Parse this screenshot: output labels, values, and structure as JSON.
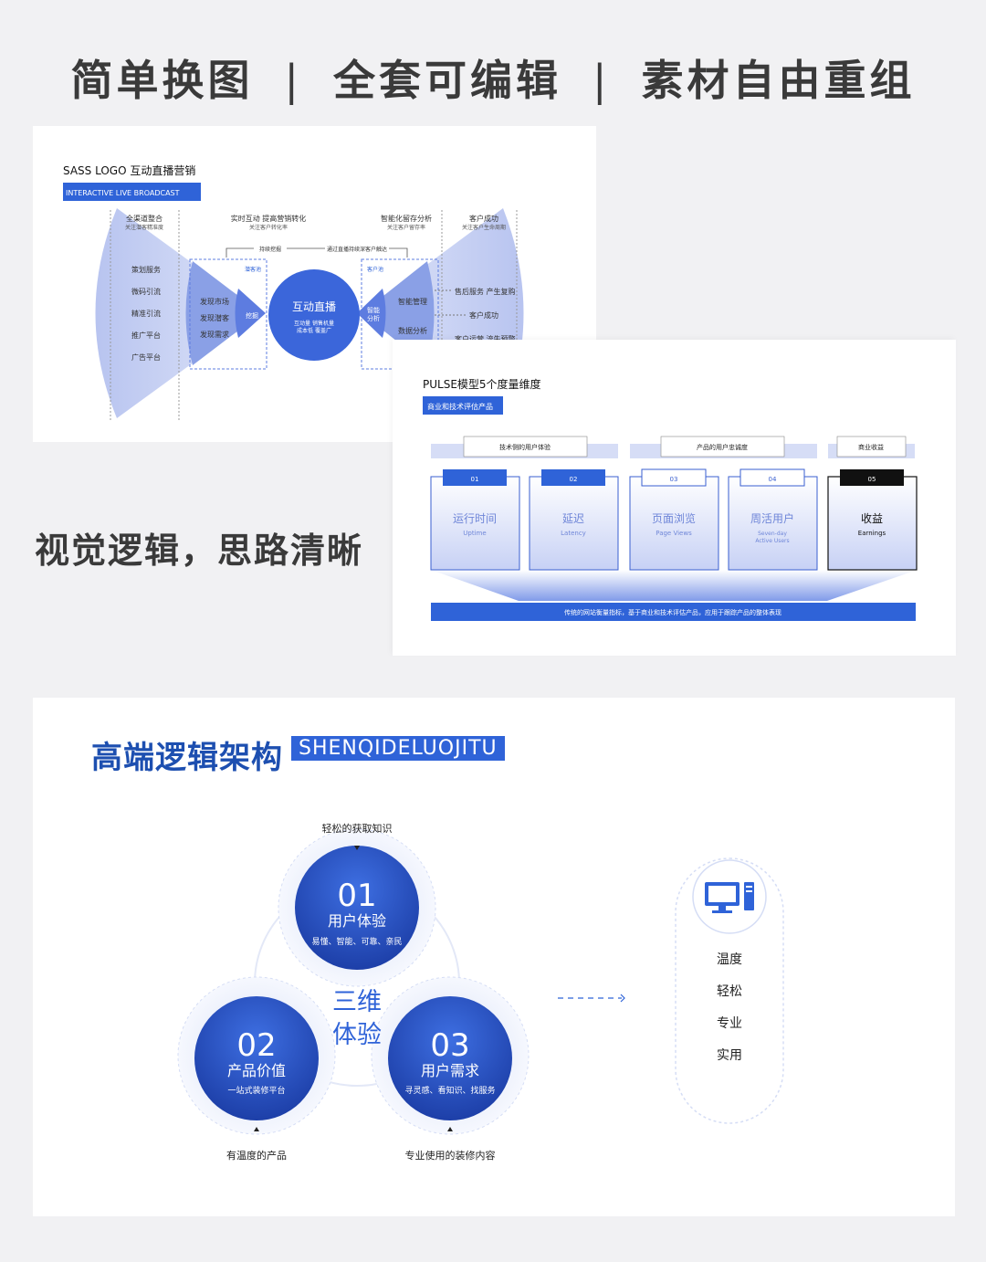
{
  "header": {
    "segments": [
      "简单换图",
      "全套可编辑",
      "素材自由重组"
    ],
    "separator": "|"
  },
  "side_title": "视觉逻辑，思路清晰",
  "card1": {
    "title": "SASS LOGO  互动直播营销",
    "tag": "INTERACTIVE LIVE BROADCAST",
    "top_labels": [
      {
        "main": "全渠道整合",
        "sub": "关注潜客精准度"
      },
      {
        "main": "实时互动 提高营销转化",
        "sub": "关注客户转化率"
      },
      {
        "main": "智能化留存分析",
        "sub": "关注客户留存率"
      },
      {
        "main": "客户成功",
        "sub": "关注客户生命周期"
      }
    ],
    "flow_left": "持续挖掘",
    "flow_right": "通过直播持续深客户触达",
    "left_list": [
      "策划服务",
      "微码引流",
      "精准引流",
      "推广平台",
      "广告平台"
    ],
    "inner_left": [
      "发现市场",
      "发现潜客",
      "发现需求"
    ],
    "inner_left_tag": "潜客池",
    "dig": "挖掘",
    "center_title": "互动直播",
    "center_sub1": "互动量 销售机量",
    "center_sub2": "成本低 覆盖广",
    "smart_analysis": "智能\n分析",
    "inner_right_tag": "客户池",
    "inner_right": [
      "智能管理",
      "数据分析"
    ],
    "right_list": [
      "售后服务 产生复购",
      "客户成功",
      "客户运营 流失预警"
    ]
  },
  "card2": {
    "title": "PULSE模型5个度量维度",
    "tag": "商业和技术评估产品",
    "groups": [
      "技术侧的用户体验",
      "产品的用户忠诚度",
      "商业收益"
    ],
    "items": [
      {
        "num": "01",
        "cn": "运行时间",
        "en": "Uptime"
      },
      {
        "num": "02",
        "cn": "延迟",
        "en": "Latency"
      },
      {
        "num": "03",
        "cn": "页面浏览",
        "en": "Page Views"
      },
      {
        "num": "04",
        "cn": "周活用户",
        "en": "Seven-day Active Users"
      },
      {
        "num": "05",
        "cn": "收益",
        "en": "Earnings"
      }
    ],
    "footer": "传统的网站衡量指标，基于商业和技术评估产品，应用于跟踪产品的整体表现"
  },
  "card3": {
    "title": "高端逻辑架构",
    "tag": "SHENQIDELUOJITU",
    "center": [
      "三维",
      "体验"
    ],
    "circles": [
      {
        "num": "01",
        "name": "用户体验",
        "desc": "易懂、智能、可靠、亲民",
        "caption": "轻松的获取知识"
      },
      {
        "num": "02",
        "name": "产品价值",
        "desc": "一站式装修平台",
        "caption": "有温度的产品"
      },
      {
        "num": "03",
        "name": "用户需求",
        "desc": "寻灵感、看知识、找服务",
        "caption": "专业使用的装修内容"
      }
    ],
    "pill_items": [
      "温度",
      "轻松",
      "专业",
      "实用"
    ],
    "icon": "computer-icon"
  },
  "colors": {
    "accent": "#2f63d8",
    "deep_blue": "#1d4fb0",
    "light_blue": "#c9d4f5",
    "headline": "#3a3a3a"
  }
}
